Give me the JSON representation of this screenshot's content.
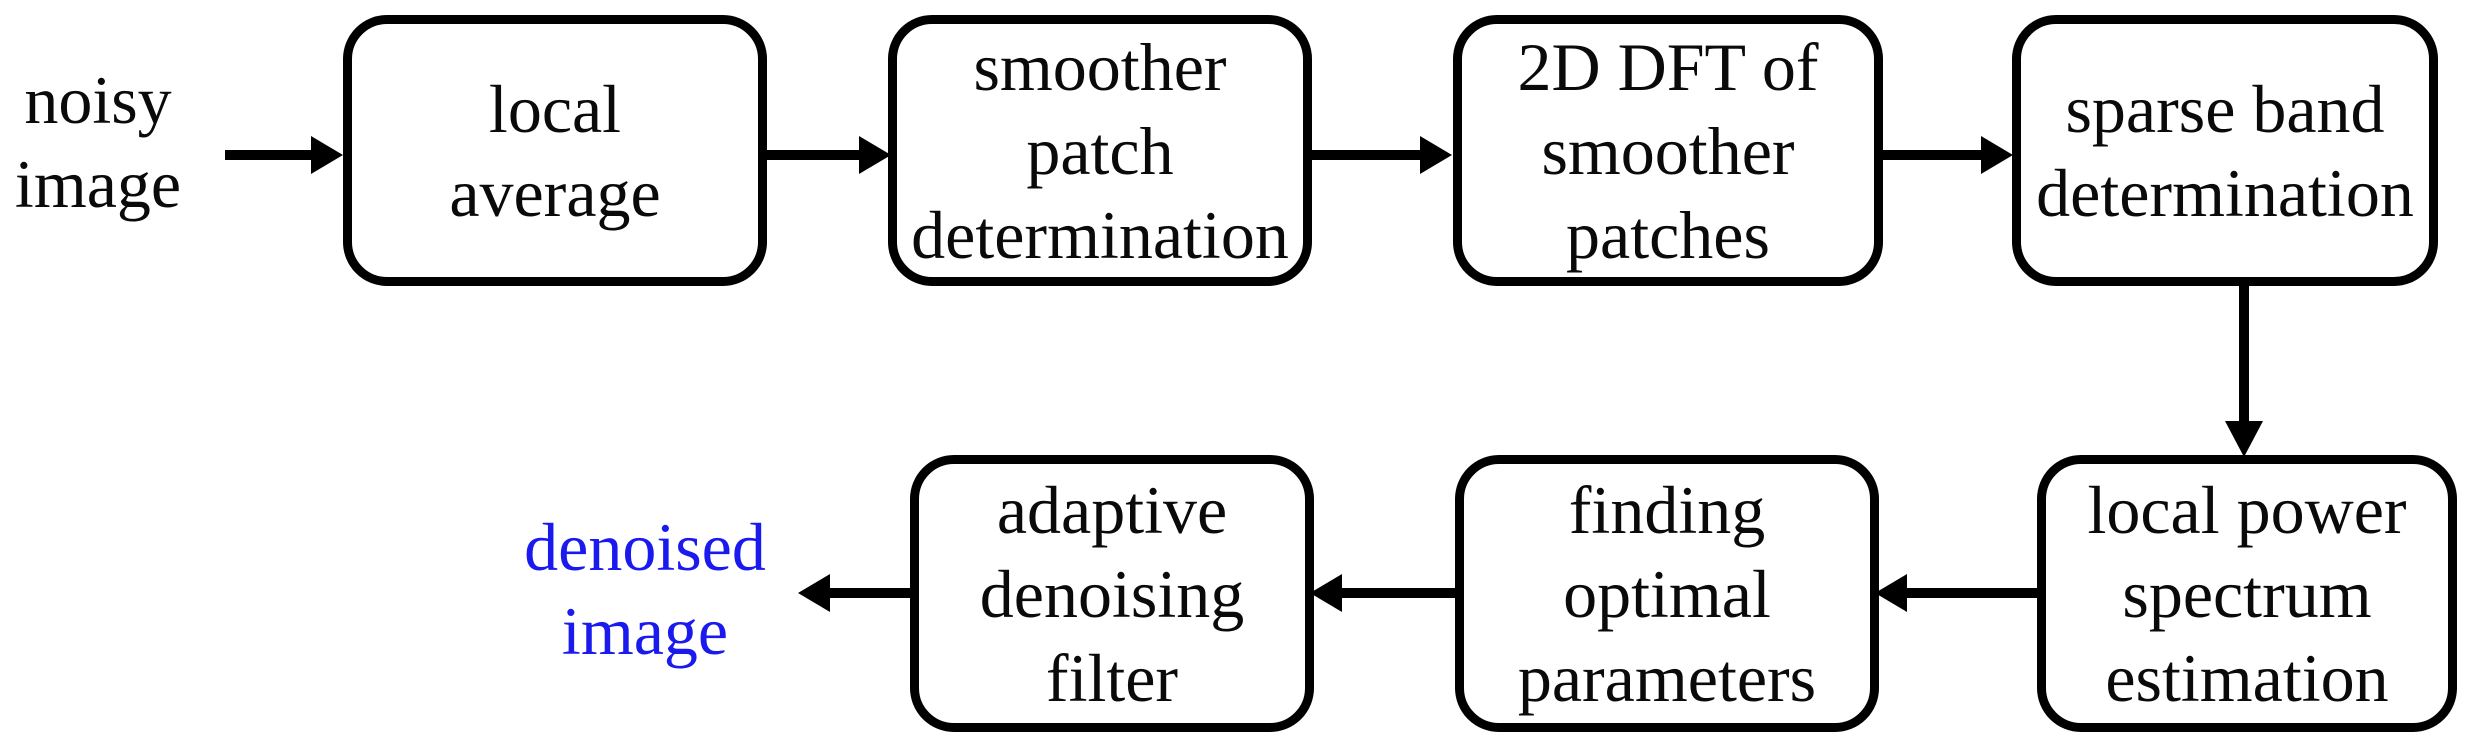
{
  "diagram": {
    "description": "Flowchart of an adaptive image denoising pipeline",
    "colors": {
      "background": "#ffffff",
      "box_border": "#000000",
      "box_fill": "#ffffff",
      "text": "#0a0a0a",
      "arrow": "#000000",
      "output_label": "#1a1aee"
    },
    "input_label": {
      "id": "noisy-image",
      "lines": [
        "noisy",
        "image"
      ]
    },
    "output_label": {
      "id": "denoised-image",
      "lines": [
        "denoised",
        "image"
      ]
    },
    "boxes": [
      {
        "id": "local-average",
        "lines": [
          "local",
          "average"
        ]
      },
      {
        "id": "smoother-patch-determination",
        "lines": [
          "smoother",
          "patch",
          "determination"
        ]
      },
      {
        "id": "2d-dft-of-smoother-patches",
        "lines": [
          "2D DFT of",
          "smoother",
          "patches"
        ]
      },
      {
        "id": "sparse-band-determination",
        "lines": [
          "sparse band",
          "determination"
        ]
      },
      {
        "id": "local-power-spectrum-estimation",
        "lines": [
          "local power",
          "spectrum",
          "estimation"
        ]
      },
      {
        "id": "finding-optimal-parameters",
        "lines": [
          "finding",
          "optimal",
          "parameters"
        ]
      },
      {
        "id": "adaptive-denoising-filter",
        "lines": [
          "adaptive",
          "denoising",
          "filter"
        ]
      }
    ],
    "arrows": [
      {
        "from": "noisy-image",
        "to": "local-average",
        "direction": "right"
      },
      {
        "from": "local-average",
        "to": "smoother-patch-determination",
        "direction": "right"
      },
      {
        "from": "smoother-patch-determination",
        "to": "2d-dft-of-smoother-patches",
        "direction": "right"
      },
      {
        "from": "2d-dft-of-smoother-patches",
        "to": "sparse-band-determination",
        "direction": "right"
      },
      {
        "from": "sparse-band-determination",
        "to": "local-power-spectrum-estimation",
        "direction": "down"
      },
      {
        "from": "local-power-spectrum-estimation",
        "to": "finding-optimal-parameters",
        "direction": "left"
      },
      {
        "from": "finding-optimal-parameters",
        "to": "adaptive-denoising-filter",
        "direction": "left"
      },
      {
        "from": "adaptive-denoising-filter",
        "to": "denoised-image",
        "direction": "left"
      }
    ]
  }
}
